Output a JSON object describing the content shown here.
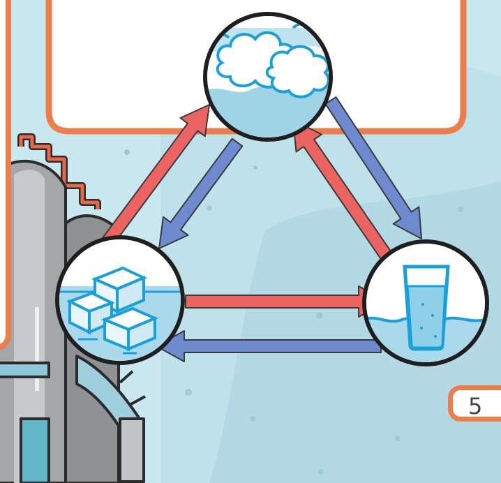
{
  "page": {
    "page_number": "5"
  },
  "colors": {
    "background": "#c9e7ee",
    "frame_orange": "#ee7d4c",
    "arrow_red": "#ec6461",
    "arrow_blue": "#6f8bd0",
    "outline_blue": "#1a9fdd",
    "dark_outline": "#222222"
  },
  "diagram": {
    "nodes": [
      {
        "id": "gas",
        "icon": "clouds-icon"
      },
      {
        "id": "solid",
        "icon": "ice-cubes-icon"
      },
      {
        "id": "liquid",
        "icon": "glass-of-water-icon"
      }
    ],
    "arrows": [
      {
        "from": "solid",
        "to": "gas",
        "color": "red"
      },
      {
        "from": "gas",
        "to": "solid",
        "color": "blue"
      },
      {
        "from": "liquid",
        "to": "gas",
        "color": "red"
      },
      {
        "from": "gas",
        "to": "liquid",
        "color": "blue"
      },
      {
        "from": "solid",
        "to": "liquid",
        "color": "red"
      },
      {
        "from": "liquid",
        "to": "solid",
        "color": "blue"
      }
    ]
  }
}
